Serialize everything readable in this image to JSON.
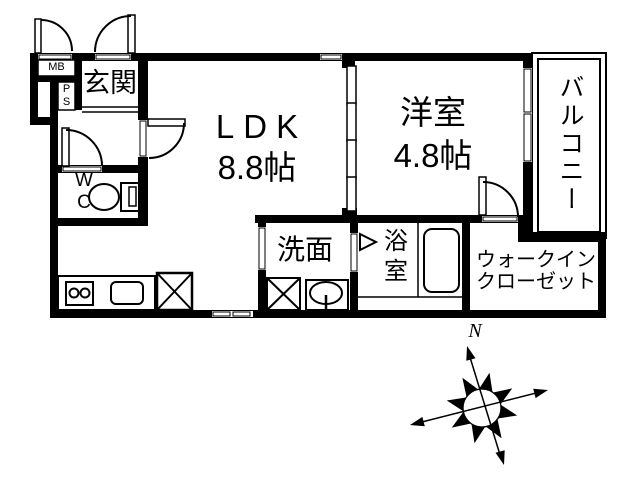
{
  "page": {
    "type": "apartment-floor-plan"
  },
  "rooms": {
    "entrance": {
      "label": "玄関"
    },
    "ldk": {
      "label": "LDK",
      "size": "8.8帖"
    },
    "western_room": {
      "label": "洋室",
      "size": "4.8帖"
    },
    "balcony": {
      "label": "バルコニー"
    },
    "toilet": {
      "line1": "W",
      "line2": "C"
    },
    "washroom": {
      "label": "洗面"
    },
    "bathroom": {
      "line1": "浴",
      "line2": "室"
    },
    "walk_in_closet": {
      "line1": "ウォークイン",
      "line2": "クローゼット"
    },
    "meter_box": {
      "label": "MB"
    },
    "pipe_space": {
      "line1": "P",
      "line2": "S"
    }
  },
  "compass": {
    "north_label": "N"
  },
  "colors": {
    "wall": "#000000",
    "background": "#ffffff",
    "line": "#000000"
  },
  "icons": {
    "compass_rose": "8-point star with crossed arrows",
    "toilet": "bowl and tank symbol",
    "bathtub": "rounded rectangle",
    "stove": "two burner circles",
    "kitchen_sink": "rounded rectangle",
    "refrigerator_space": "crossed box",
    "washer_space": "crossed box",
    "vanity_sink": "oval basin",
    "door_swing": "quarter-circle arc",
    "sliding_partition": "segmented double line",
    "bath_door": "right-pointing triangle"
  }
}
